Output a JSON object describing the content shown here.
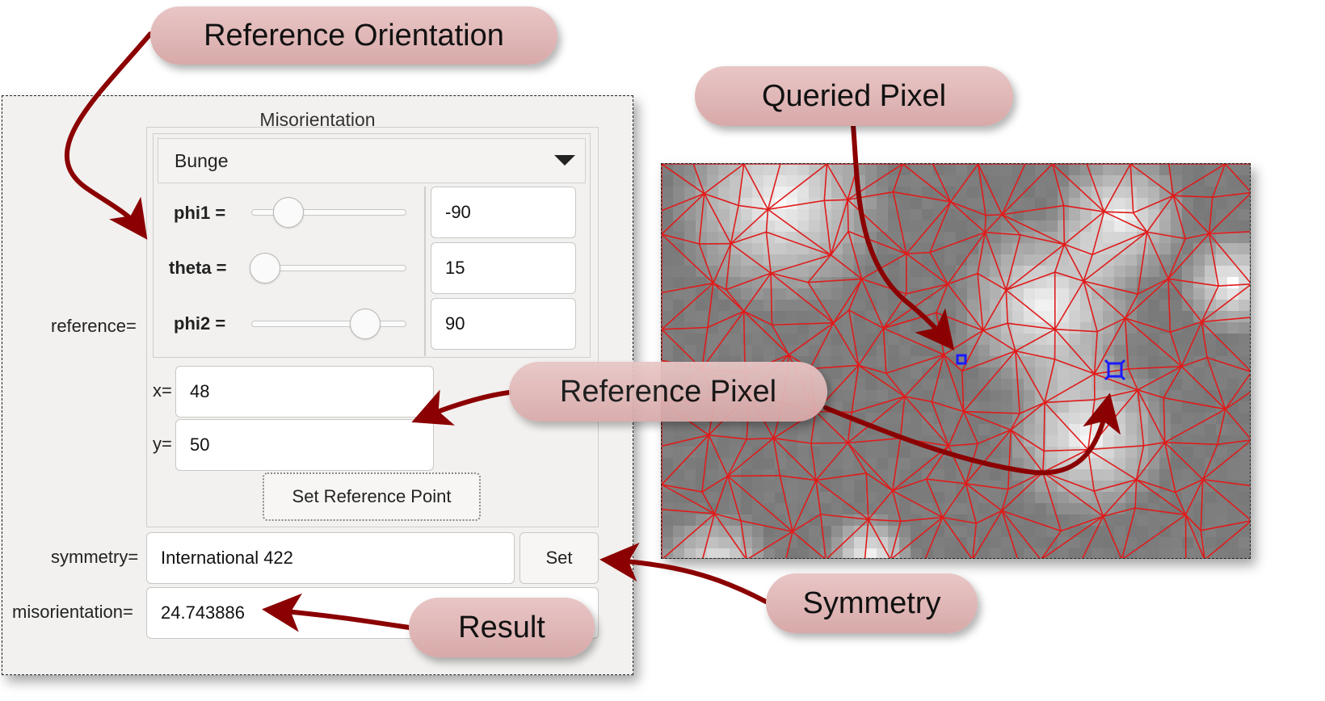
{
  "callouts": {
    "reference_orientation": "Reference Orientation",
    "queried_pixel": "Queried Pixel",
    "reference_pixel": "Reference Pixel",
    "symmetry": "Symmetry",
    "result": "Result"
  },
  "dialog": {
    "title": "Misorientation",
    "reference_label": "reference=",
    "convention": "Bunge",
    "angles": [
      {
        "label": "phi1 =",
        "value": "-90"
      },
      {
        "label": "theta =",
        "value": "15"
      },
      {
        "label": "phi2 =",
        "value": "90"
      }
    ],
    "x_label": "x=",
    "x_value": "48",
    "y_label": "y=",
    "y_value": "50",
    "set_reference_button": "Set Reference Point",
    "symmetry_label": "symmetry=",
    "symmetry_value": "International 422",
    "set_button": "Set",
    "misorientation_label": "misorientation=",
    "misorientation_value": "24.743886"
  },
  "colors": {
    "arrow": "#8b0000",
    "mesh": "#e01b1b",
    "marker": "#1a1aff",
    "callout": "#dcb0b0"
  }
}
